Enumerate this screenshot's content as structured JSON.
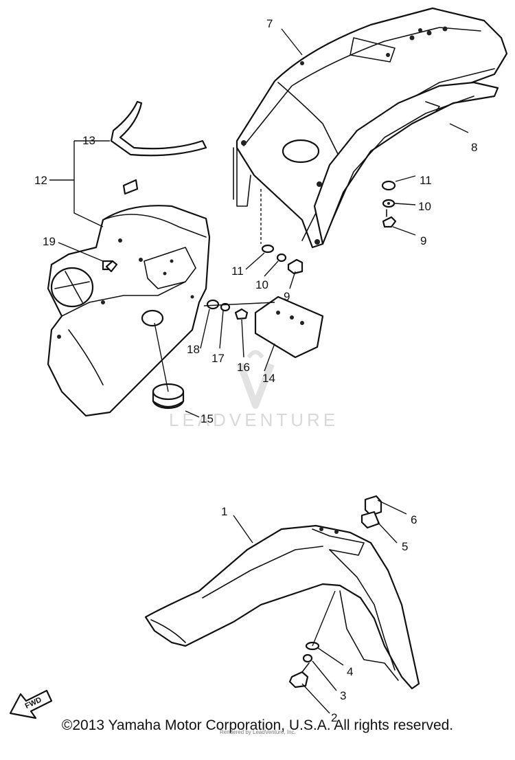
{
  "callouts": {
    "c1": "1",
    "c2": "2",
    "c3": "3",
    "c4": "4",
    "c5": "5",
    "c6": "6",
    "c7": "7",
    "c8": "8",
    "c9a": "9",
    "c9b": "9",
    "c10a": "10",
    "c10b": "10",
    "c11a": "11",
    "c11b": "11",
    "c12": "12",
    "c13": "13",
    "c14": "14",
    "c15": "15",
    "c16": "16",
    "c17": "17",
    "c18": "18",
    "c19": "19"
  },
  "fwd_label": "FWD",
  "watermark": "LEADVENTURE",
  "small_print": "Rendered by LeadVenture, Inc.",
  "copyright": "©2013 Yamaha Motor Corporation, U.S.A. All rights reserved."
}
